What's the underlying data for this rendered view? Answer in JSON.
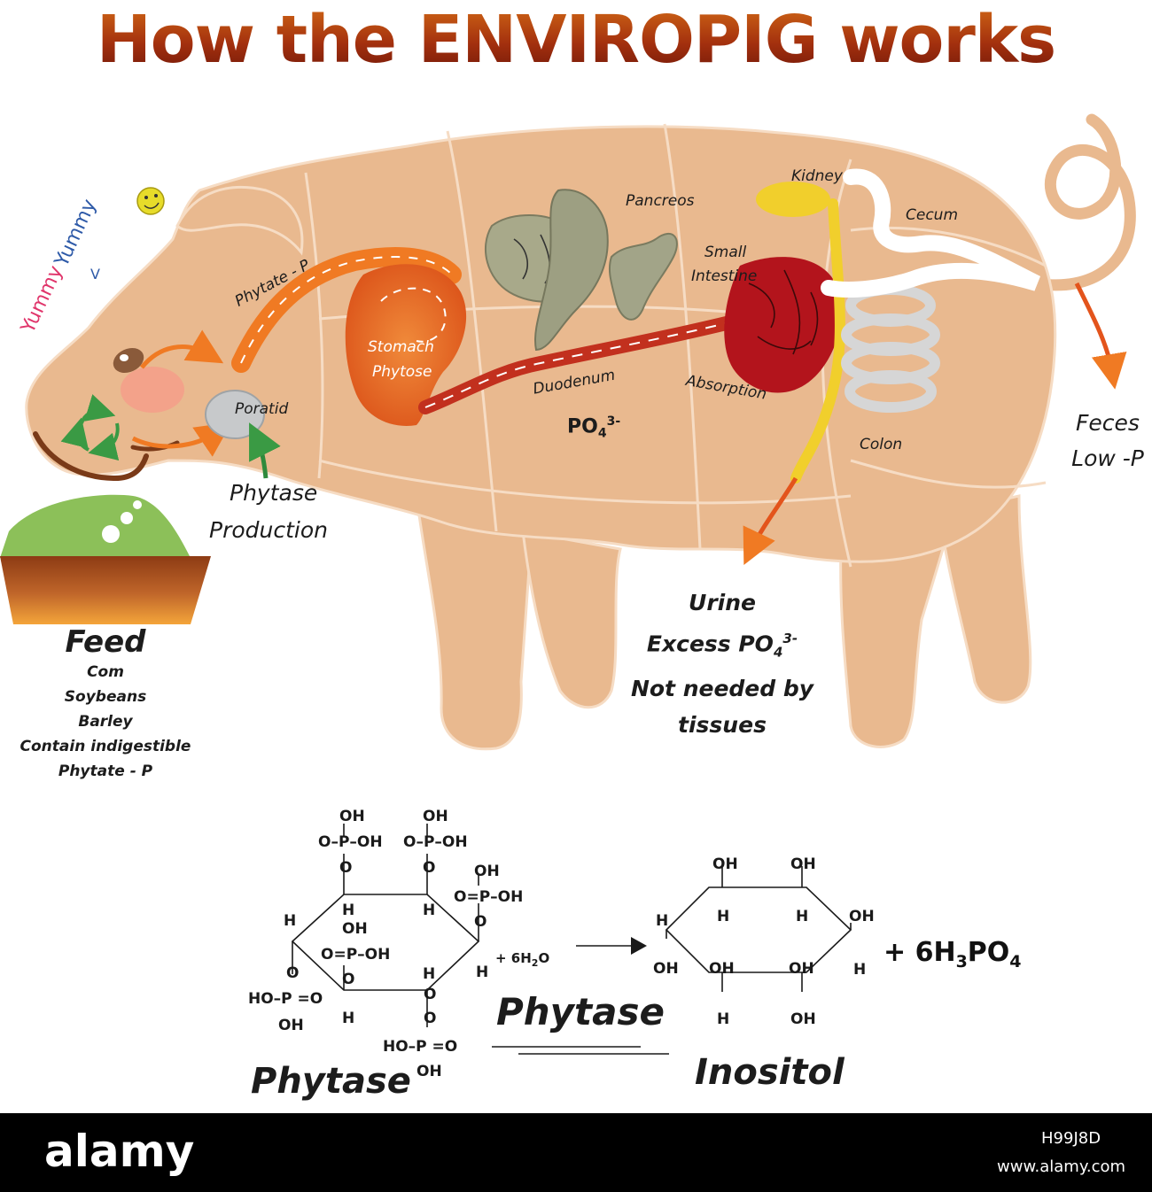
{
  "title": "How the ENVIROPIG works",
  "yummy": {
    "word1": "Yummy",
    "word2": "Yummy",
    "mark": "V"
  },
  "labels": {
    "phytate_p": "Phytate - P",
    "stomach": "Stomach",
    "phytose": "Phytose",
    "pancreos": "Pancreos",
    "kidney": "Kidney",
    "cecum": "Cecum",
    "small": "Small",
    "intestine": "Intestine",
    "duodenum": "Duodenum",
    "absorption": "Absorption",
    "poratid": "Poratid",
    "po4": "PO",
    "po4_sub": "4",
    "po4_sup": "3-",
    "colon": "Colon",
    "phytase_line1": "Phytase",
    "phytase_line2": "Production"
  },
  "feces": {
    "line1": "Feces",
    "line2": "Low -P"
  },
  "urine": {
    "line1": "Urine",
    "line2": "Excess PO",
    "line2_sub": "4",
    "line2_sup": "3-",
    "line3": "Not needed by",
    "line4": "tissues"
  },
  "feed": {
    "heading": "Feed",
    "items": [
      "Com",
      "Soybeans",
      "Barley",
      "Contain indigestible",
      "Phytate - P"
    ]
  },
  "chemistry": {
    "oh": "OH",
    "h": "H",
    "o": "O",
    "p": "P",
    "opoh": "O–P–OH",
    "eqpoh": "O=P–OH",
    "hopeq": "HO–P =O",
    "hopeq2": "HO–P =O",
    "water": "+ 6H",
    "water_sub": "2",
    "water_end": "O",
    "product_lead": "+ 6H",
    "product_sub1": "3",
    "product_mid": "PO",
    "product_sub2": "4",
    "enzyme": "Phytase",
    "caption_left": "Phytase",
    "caption_right": "Inositol"
  },
  "watermark": {
    "brand": "alamy",
    "image_id": "H99J8D",
    "site": "www.alamy.com"
  },
  "colors": {
    "pig": "#e9b98f",
    "pig_outline": "#f6dcc4",
    "title": "#a3300e",
    "arrow_orange": "#f07a23",
    "gut_red": "#b0201c",
    "kidney_yellow": "#f1cf2c",
    "feed_green": "#8cc059",
    "bowl": "#a8521e"
  }
}
